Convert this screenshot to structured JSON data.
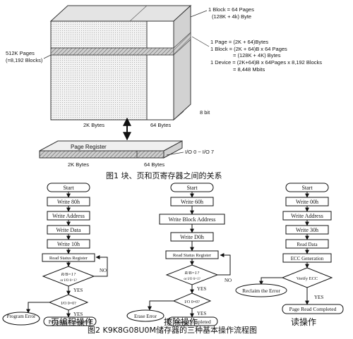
{
  "memory": {
    "block_def_line1": "1 Block = 64 Pages",
    "block_def_line2": "(128K + 4k) Byte",
    "pages_line1": "512K Pages",
    "pages_line2": "(=8,192 Blocks)",
    "page_eq": "1 Page = (2K + 64)Bytes",
    "block_eq_line1": "1 Block = (2K + 64)B x 64 Pages",
    "block_eq_line2": "= (128K + 4K) Bytes",
    "device_eq_line1": "1 Device = (2K+64)B x 64Pages x 8,192 Blocks",
    "device_eq_line2": "= 8,448 Mbits",
    "bit_width": "8 bit",
    "main_bytes": "2K Bytes",
    "spare_bytes": "64 Bytes",
    "page_register": "Page Register",
    "reg_main_bytes": "2K Bytes",
    "reg_spare_bytes": "64 Bytes",
    "io_range": "I/O 0 ~ I/O 7"
  },
  "fig1_caption": "图1  块、页和页寄存器之间的关系",
  "program_flow": {
    "start": "Start",
    "step1": "Write 80h",
    "step2": "Write Address",
    "step3": "Write Data",
    "step4": "Write 10h",
    "step5": "Read Status Register",
    "decision1_line1": "R/B=1?",
    "decision1_line2": "or I/O 6=1?",
    "no_label": "NO",
    "yes_label1": "YES",
    "decision2": "I/O 0=0?",
    "yes_label2": "YES",
    "error": "Program Error",
    "done": "Program Completed"
  },
  "erase_flow": {
    "start": "Start",
    "step1": "Write 60h",
    "step2": "Write Block Address",
    "step3": "Write D0h",
    "step4": "Read Status Register",
    "decision1_line1": "R/B=1?",
    "decision1_line2": "or I/O 6=1?",
    "no_label": "NO",
    "yes_label1": "YES",
    "decision2": "I/O 0=0?",
    "yes_label2": "YES",
    "error": "Erase Error",
    "done": "Erase Completed"
  },
  "read_flow": {
    "start": "Start",
    "step1": "Write 00h",
    "step2": "Write Address",
    "step3": "Write 30h",
    "step4": "Read Data",
    "step5": "ECC Generation",
    "decision": "Verify ECC",
    "error": "Reclaim the Error",
    "yes_label": "YES",
    "done": "Page Read Completed"
  },
  "op_labels": {
    "program": "页编程操作",
    "erase": "擦除操作",
    "read": "读操作"
  },
  "fig2_caption": "图2   K9K8G08U0M储存器的三种基本操作流程图"
}
